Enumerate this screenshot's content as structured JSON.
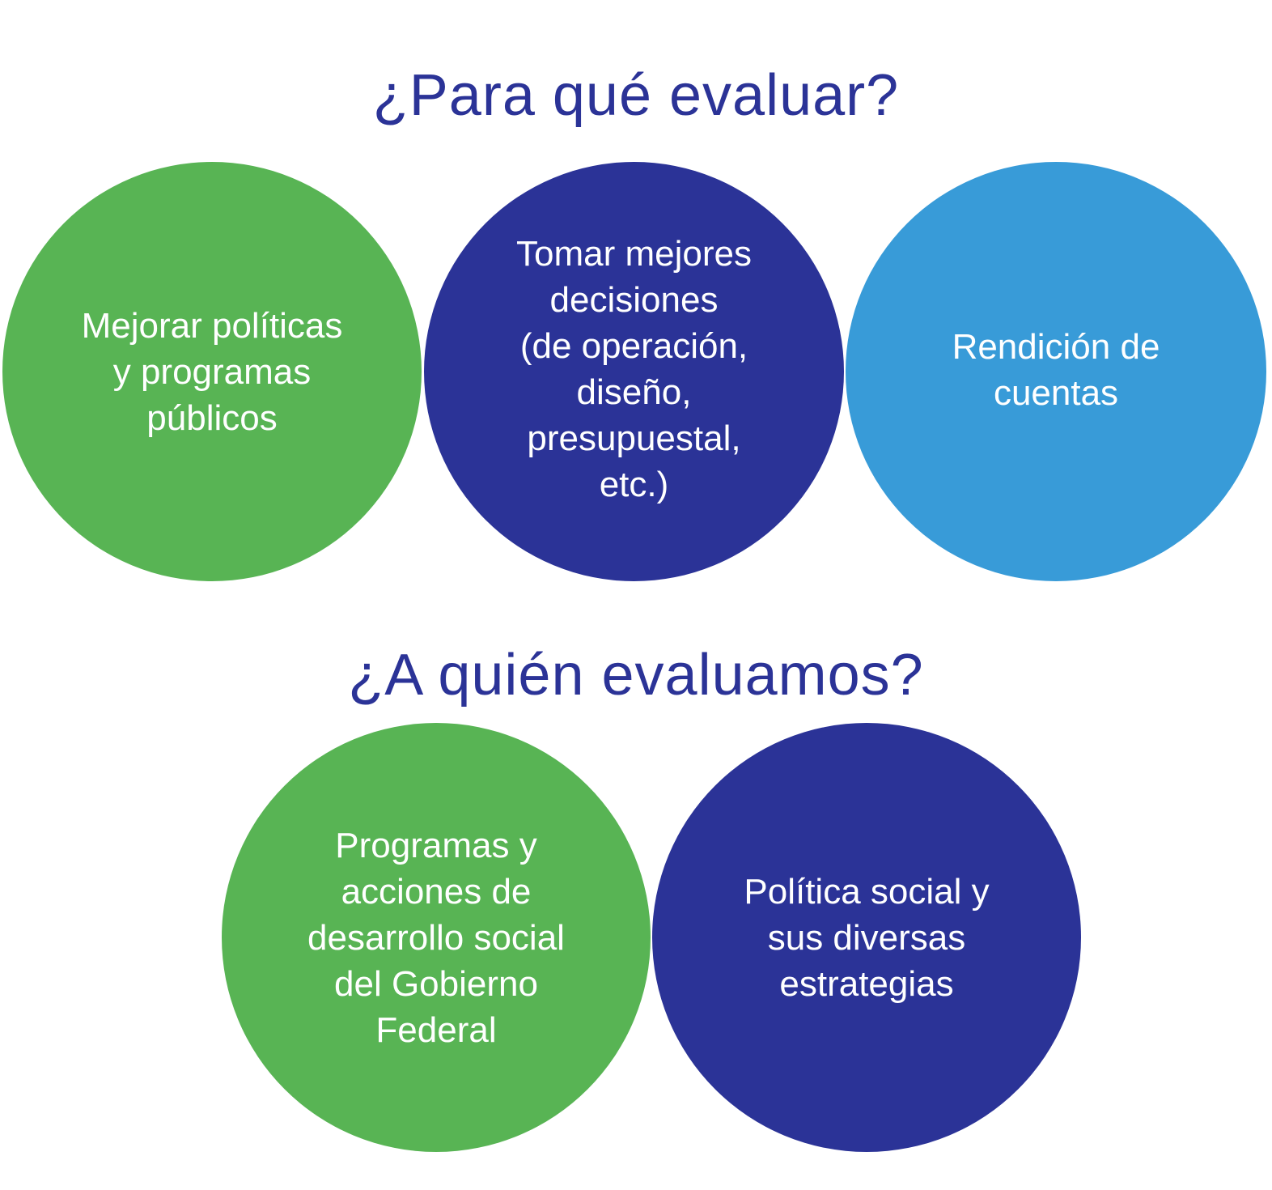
{
  "colors": {
    "heading": "#2b3397",
    "green": "#58b454",
    "navy": "#2b3397",
    "light_blue": "#389bd8",
    "circle_text": "#ffffff"
  },
  "section_1": {
    "title": "¿Para qué evaluar?",
    "circles": [
      {
        "text": "Mejorar políticas\ny programas\npúblicos",
        "color": "#58b454"
      },
      {
        "text": "Tomar mejores\ndecisiones\n(de operación,\ndiseño,\npresupuestal,\netc.)",
        "color": "#2b3397"
      },
      {
        "text": "Rendición de\ncuentas",
        "color": "#389bd8"
      }
    ]
  },
  "section_2": {
    "title": "¿A quién evaluamos?",
    "circles": [
      {
        "text": "Programas y\nacciones de\ndesarrollo social\ndel Gobierno\nFederal",
        "color": "#58b454"
      },
      {
        "text": "Política social y\nsus diversas\nestrategias",
        "color": "#2b3397"
      }
    ]
  }
}
